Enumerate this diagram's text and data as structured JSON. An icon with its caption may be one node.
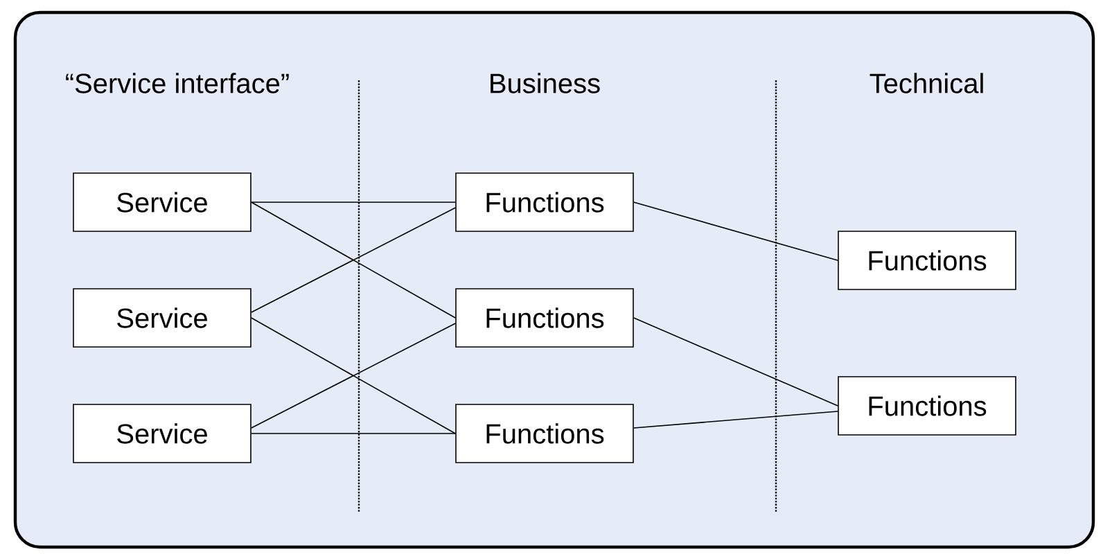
{
  "diagram": {
    "nodes": [
      {
        "text": [],
        "shape": "box"
      },
      {
        "text": [
          "Service"
        ],
        "in": 0
      },
      {
        "text": [
          "Service"
        ],
        "in": 0
      },
      {
        "text": [
          "Service"
        ],
        "in": 0
      },
      {
        "text": [
          "Functions"
        ],
        "in": 0
      },
      {
        "text": [
          "Functions"
        ],
        "in": 0
      },
      {
        "text": [
          "Functions"
        ],
        "in": 0
      },
      {
        "text": [
          "Functions"
        ],
        "in": 0
      },
      {
        "text": [
          "Functions"
        ],
        "in": 0
      }
    ],
    "edges": [
      {
        "from": 1,
        "to": 4,
        "arrow": "none"
      },
      {
        "from": 1,
        "to": 5,
        "arrow": "none"
      },
      {
        "from": 2,
        "to": 4,
        "arrow": "none"
      },
      {
        "from": 2,
        "to": 6,
        "arrow": "none"
      },
      {
        "from": 3,
        "to": 5,
        "arrow": "none"
      },
      {
        "from": 3,
        "to": 6,
        "arrow": "none"
      },
      {
        "from": 4,
        "to": 7,
        "arrow": "none"
      },
      {
        "from": 5,
        "to": 8,
        "arrow": "none"
      },
      {
        "from": 6,
        "to": 8,
        "arrow": "none"
      }
    ],
    "labels": [
      "“Service interface”",
      "Business",
      "Technical"
    ]
  }
}
